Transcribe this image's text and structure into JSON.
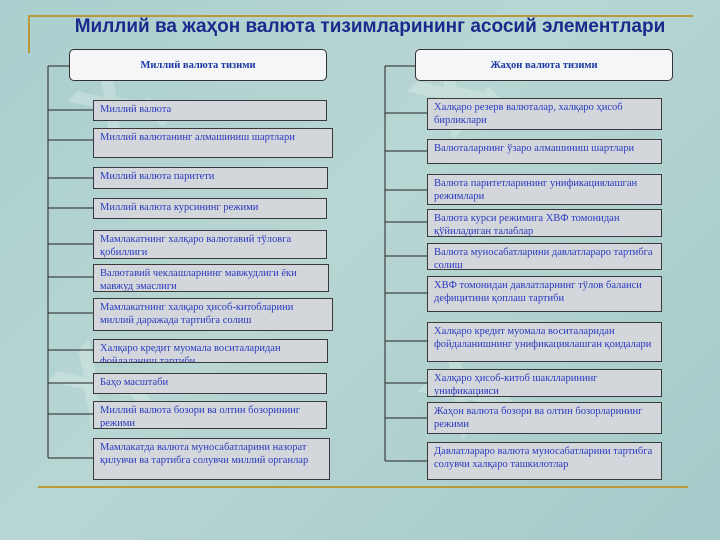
{
  "title": "Миллий ва жаҳон валюта тизимларининг асосий элементлари",
  "left": {
    "header": "Миллий валюта тизими",
    "items": [
      "Миллий валюта",
      "Миллий валютанинг алмашиниш шартлари",
      "Миллий валюта паритети",
      "Миллий валюта курсининг режими",
      "Мамлакатнинг халқаро валютавий тўловга қобиллиги",
      "Валютавий чеклашларнинг мавжудлиги ёки мавжуд эмаслиги",
      "Мамлакатнинг халқаро ҳисоб-китобларини миллий даражада тартибга солиш",
      "Халқаро кредит муомала воситаларидан фойдаланиш тартиби",
      "Баҳо масштаби",
      "Миллий валюта бозори ва олтин бозорининг режими",
      "Мамлакатда валюта муносабатларини назорат қилувчи ва тартибга солувчи миллий органлар"
    ]
  },
  "right": {
    "header": "Жаҳон валюта тизими",
    "items": [
      "Халқаро резерв валюталар, халқаро ҳисоб бирликлари",
      "Валюталарнинг ўзаро алмашиниш шартлари",
      "Валюта паритетларининг унификациялашган режимлари",
      "Валюта курси режимига ХВФ томонидан қўйиладиган талаблар",
      "Валюта муносабатларини давлатлараро тартибга солиш",
      "ХВФ томонидан давлатларнинг тўлов баланси дефицитини қоплаш тартиби",
      "Халқаро кредит муомала воситаларидан фойдаланишнинг унификациялашган қоидалари",
      "Халқаро ҳисоб-китоб шаклларининг унификацияси",
      "Жаҳон валюта бозори ва олтин бозорларининг режими",
      "Давлатлараро валюта муносабатларини тартибга солувчи халқаро ташкилотлар"
    ]
  },
  "colors": {
    "title": "#1a2a8c",
    "box_text": "#2a3ac0",
    "box_fill": "#d3d6da",
    "rule": "#b89a3a"
  }
}
